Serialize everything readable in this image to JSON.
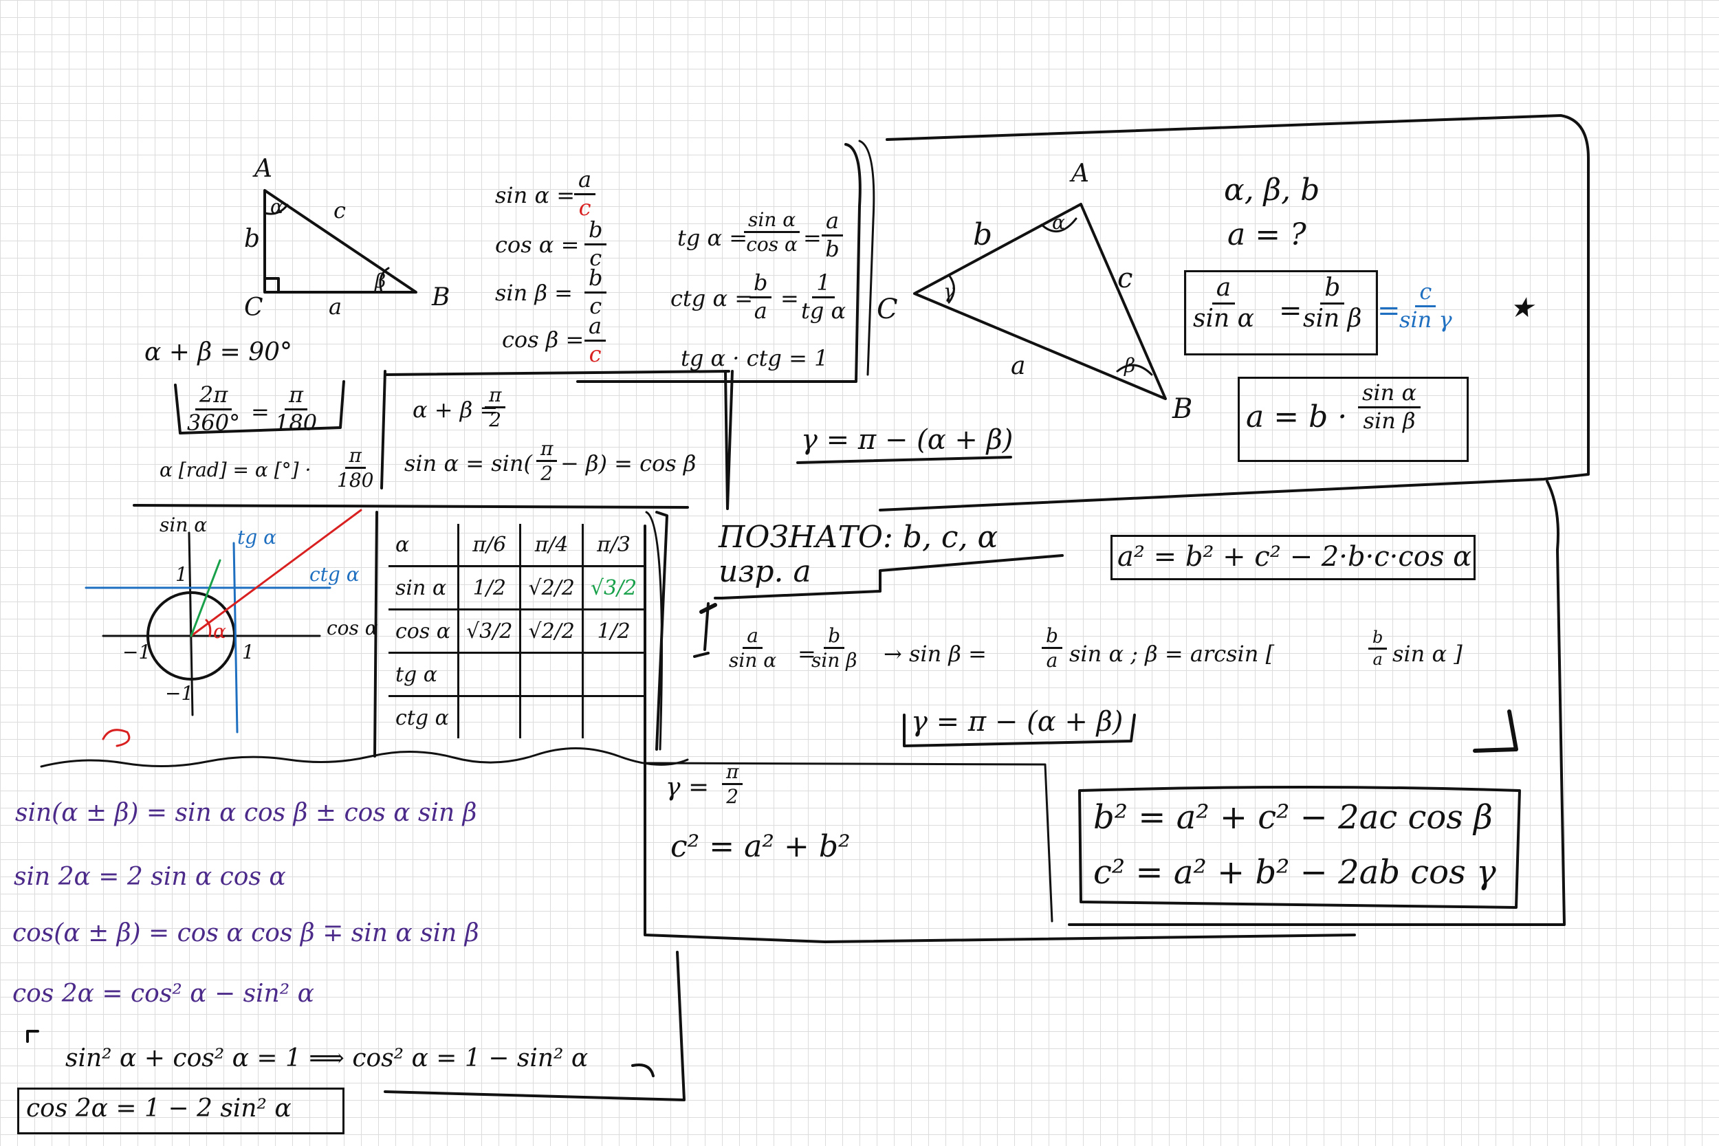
{
  "triangle_left": {
    "vertex_a": "A",
    "vertex_b": "B",
    "vertex_c": "C",
    "side_b": "b",
    "side_c": "c",
    "side_a": "a",
    "angle_alpha": "α",
    "angle_beta": "β"
  },
  "definitions": {
    "sin_alpha": {
      "lhs": "sin α =",
      "num": "a",
      "den": "c"
    },
    "cos_alpha": {
      "lhs": "cos α =",
      "num": "b",
      "den": "c"
    },
    "sin_beta": {
      "lhs": "sin β =",
      "num": "b",
      "den": "c"
    },
    "cos_beta": {
      "lhs": "cos β =",
      "num": "a",
      "den": "c"
    },
    "tg_alpha": {
      "lhs": "tg α =",
      "num1": "sin α",
      "den1": "cos α",
      "eq": "=",
      "num2": "a",
      "den2": "b"
    },
    "ctg_alpha": {
      "lhs": "ctg α =",
      "num1": "b",
      "den1": "a",
      "eq": "=",
      "num2": "1",
      "den2": "tg α"
    },
    "tg_ctg": "tg α · ctg = 1"
  },
  "angle_sum": "α + β = 90°",
  "radians": {
    "box_num1": "2π",
    "box_den1": "360°",
    "eq": "=",
    "box_num2": "π",
    "box_den2": "180",
    "conv_lhs": "α [rad] = α [°] ·",
    "conv_num": "π",
    "conv_den": "180"
  },
  "complement": {
    "line1_lhs": "α + β =",
    "line1_num": "π",
    "line1_den": "2",
    "line2_a": "sin α = sin(",
    "line2_num": "π",
    "line2_den": "2",
    "line2_b": "− β) = cos β"
  },
  "unit_circle": {
    "sin_axis": "sin α",
    "tg_axis": "tg α",
    "ctg_axis": "ctg α",
    "cos_axis": "cos α",
    "one": "1",
    "minus_one": "−1",
    "one_x": "1",
    "minus_one_x": "−1",
    "alpha": "α"
  },
  "trig_table": {
    "headers": [
      "α",
      "π/6",
      "π/4",
      "π/3"
    ],
    "rows": [
      {
        "label": "sin α",
        "values": [
          "1/2",
          "√2/2",
          "√3/2"
        ]
      },
      {
        "label": "cos α",
        "values": [
          "√3/2",
          "√2/2",
          "1/2"
        ]
      },
      {
        "label": "tg α",
        "values": [
          "",
          "",
          ""
        ]
      },
      {
        "label": "ctg α",
        "values": [
          "",
          "",
          ""
        ]
      }
    ]
  },
  "triangle_right": {
    "vertex_a": "A",
    "vertex_b": "B",
    "vertex_c": "C",
    "side_b": "b",
    "side_c": "c",
    "side_a": "a",
    "angle_alpha": "α",
    "angle_beta": "β",
    "angle_gamma": "γ"
  },
  "given": {
    "line1": "α, β, b",
    "line2": "a = ?"
  },
  "sine_rule": {
    "num1": "a",
    "den1": "sin α",
    "eq1": "=",
    "num2": "b",
    "den2": "sin β",
    "eq2": "=",
    "num3": "c",
    "den3": "sin γ",
    "mark": "★"
  },
  "sine_solution": {
    "lhs": "a = b ·",
    "num": "sin α",
    "den": "sin β"
  },
  "gamma": "γ = π − (α + β)",
  "known": {
    "line1": "ПОЗНАТО:   b, c, α",
    "line2": "изр.  a"
  },
  "cosine_rule_a": "a² = b² + c² − 2·b·c·cos α",
  "ratio_line": {
    "num1": "a",
    "den1": "sin α",
    "eq": "=",
    "num2": "b",
    "den2": "sin β",
    "arrow": "→ sin β =",
    "num3": "b",
    "den3": "a",
    "rest": "sin α ;   β = arcsin [",
    "num4": "b",
    "den4": "a",
    "tail": "sin α ]"
  },
  "gamma2": "γ = π − (α + β)",
  "right_angle": {
    "lhs": "γ =",
    "num": "π",
    "den": "2"
  },
  "pythagoras": "c² = a² + b²",
  "cosine_rules": {
    "line1": "b² = a² + c² − 2ac cos β",
    "line2": "c² = a² + b² − 2ab cos γ"
  },
  "identities": {
    "line1": "sin(α ± β) = sin α cos β ± cos α sin β",
    "line2": "sin 2α = 2 sin α cos α",
    "line3": "cos(α ± β) = cos α cos β ∓ sin α sin β",
    "line4": "cos 2α = cos² α − sin² α",
    "line5": "sin² α + cos² α = 1  ⟹  cos² α = 1 − sin² α",
    "line6": "cos 2α = 1 − 2 sin² α"
  },
  "colors": {
    "ink": "#111111",
    "purple": "#4b2a8a",
    "blue": "#1f6fc0",
    "green": "#18a04a",
    "red": "#d92020"
  }
}
